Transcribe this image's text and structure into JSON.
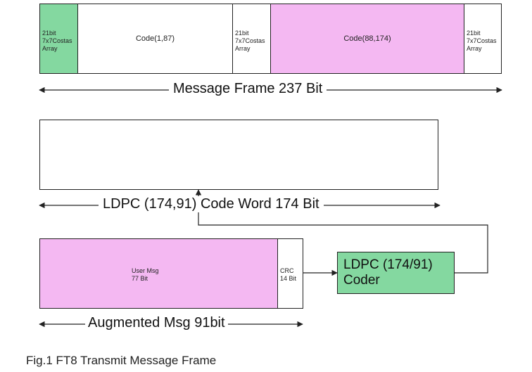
{
  "frame": {
    "costas_label": "21bit\n7x7Costas\nArray",
    "code_a": "Code(1,87)",
    "code_b": "Code(88,174)",
    "caption": "Message Frame 237 Bit"
  },
  "ldpc_word": {
    "caption": "LDPC (174,91) Code Word 174 Bit"
  },
  "augmented": {
    "user_msg": "User Msg\n77 Bit",
    "crc": "CRC\n14 Bit",
    "caption": "Augmented Msg 91bit"
  },
  "coder": {
    "label": "LDPC (174/91)\nCoder"
  },
  "figure_caption": "Fig.1 FT8 Transmit Message Frame",
  "colors": {
    "green": "#84d8a0",
    "pink": "#f4b8f2",
    "line": "#222222"
  }
}
